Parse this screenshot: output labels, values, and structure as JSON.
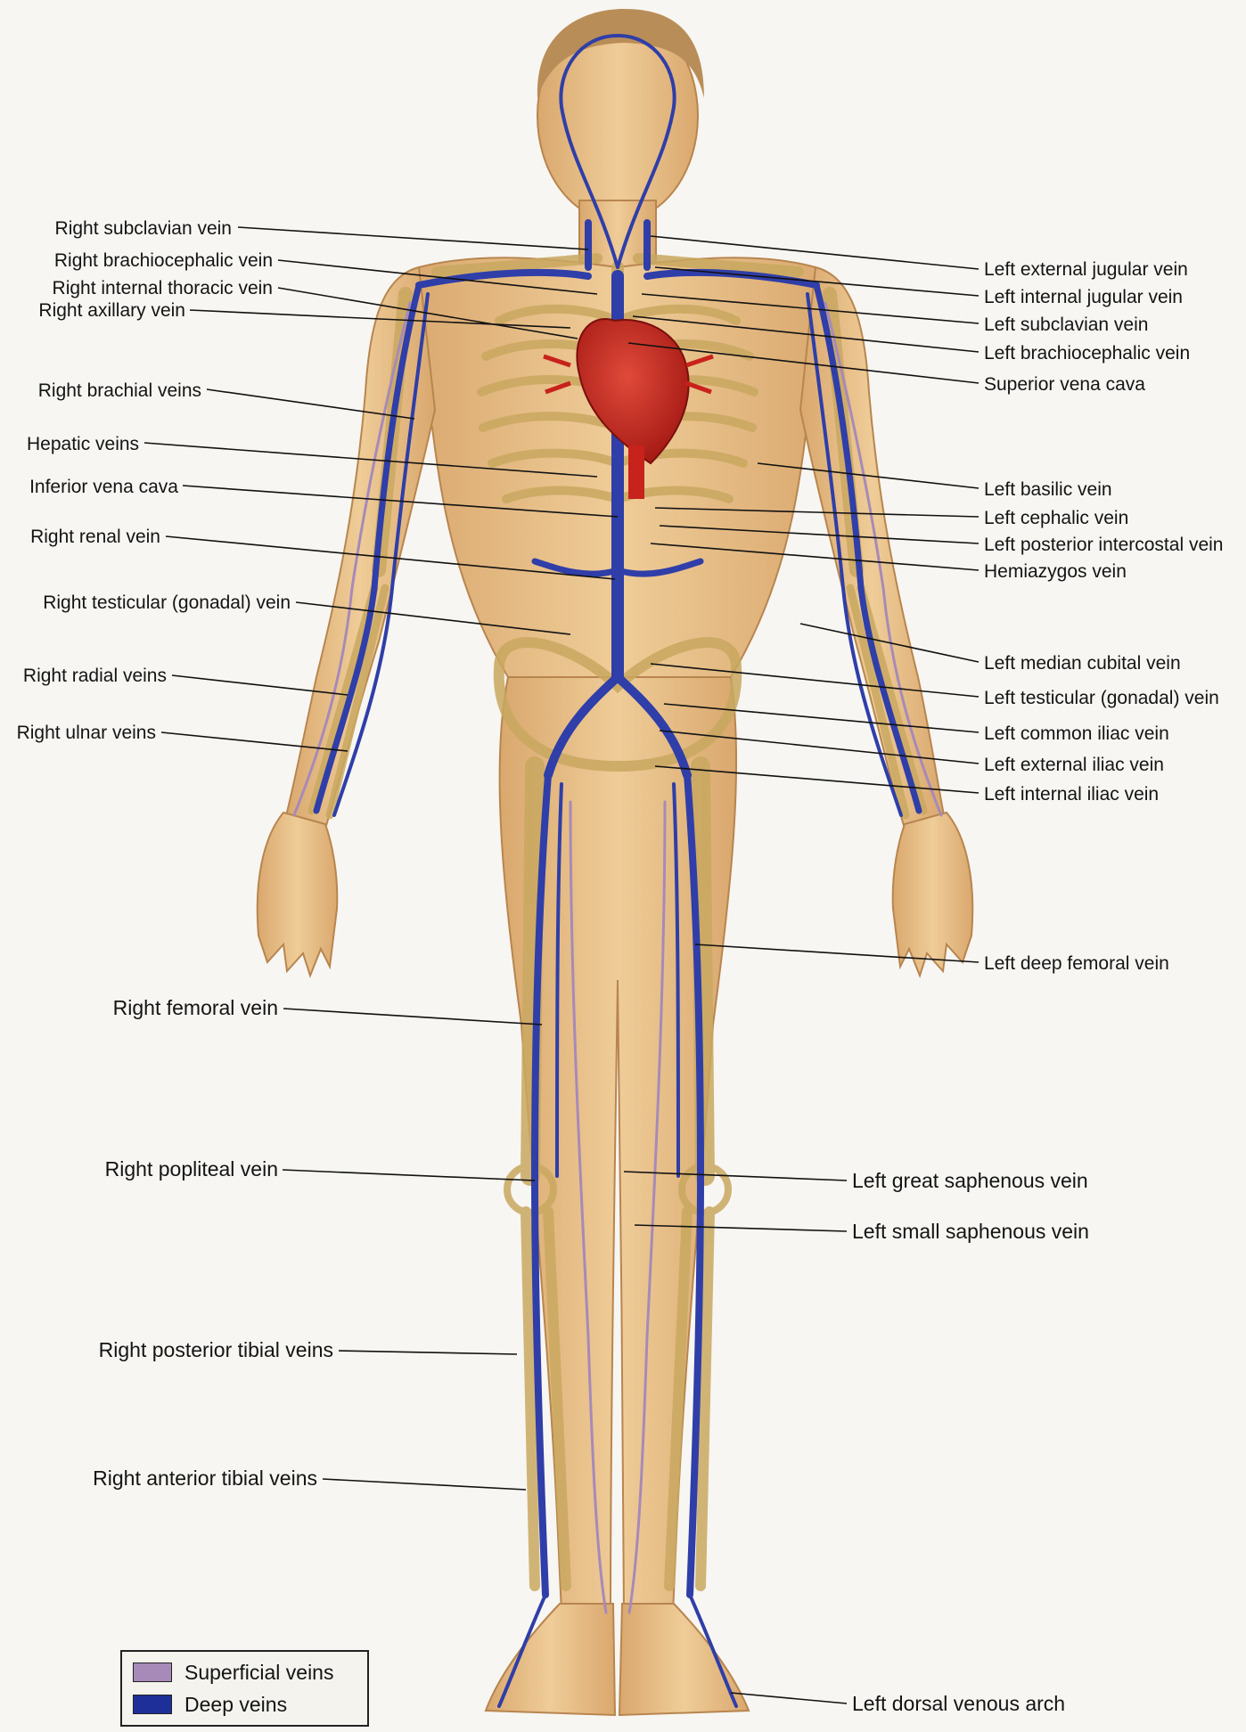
{
  "labels": {
    "right_subclavian_vein": "Right subclavian vein",
    "right_brachiocephalic_vein": "Right brachiocephalic vein",
    "right_internal_thoracic_vein": "Right internal thoracic vein",
    "right_axillary_vein": "Right axillary vein",
    "right_brachial_veins": "Right brachial veins",
    "hepatic_veins": "Hepatic veins",
    "inferior_vena_cava": "Inferior vena cava",
    "right_renal_vein": "Right renal vein",
    "right_testicular_vein": "Right testicular (gonadal) vein",
    "right_radial_veins": "Right radial veins",
    "right_ulnar_veins": "Right ulnar veins",
    "right_femoral_vein": "Right femoral vein",
    "right_popliteal_vein": "Right popliteal vein",
    "right_posterior_tibial_veins": "Right posterior tibial veins",
    "right_anterior_tibial_veins": "Right anterior tibial veins",
    "left_external_jugular_vein": "Left external jugular vein",
    "left_internal_jugular_vein": "Left internal jugular vein",
    "left_subclavian_vein": "Left subclavian vein",
    "left_brachiocephalic_vein": "Left brachiocephalic vein",
    "superior_vena_cava": "Superior vena cava",
    "left_basilic_vein": "Left basilic vein",
    "left_cephalic_vein": "Left cephalic vein",
    "left_posterior_intercostal_vein": "Left posterior intercostal vein",
    "hemiazygos_vein": "Hemiazygos vein",
    "left_median_cubital_vein": "Left median cubital vein",
    "left_testicular_vein": "Left testicular (gonadal) vein",
    "left_common_iliac_vein": "Left common iliac vein",
    "left_external_iliac_vein": "Left external iliac vein",
    "left_internal_iliac_vein": "Left internal iliac vein",
    "left_deep_femoral_vein": "Left deep femoral vein",
    "left_great_saphenous_vein": "Left great saphenous vein",
    "left_small_saphenous_vein": "Left small saphenous vein",
    "left_dorsal_venous_arch": "Left dorsal venous arch"
  },
  "legend": {
    "items": [
      {
        "label": "Superficial veins",
        "color": "#a78ab8"
      },
      {
        "label": "Deep veins",
        "color": "#1f2f9a"
      }
    ]
  },
  "colors": {
    "skin": "#e6bf8a",
    "bone": "#dcc27e",
    "deep_vein": "#2f3ea8",
    "heart": "#c8221c",
    "leader": "#111111"
  }
}
